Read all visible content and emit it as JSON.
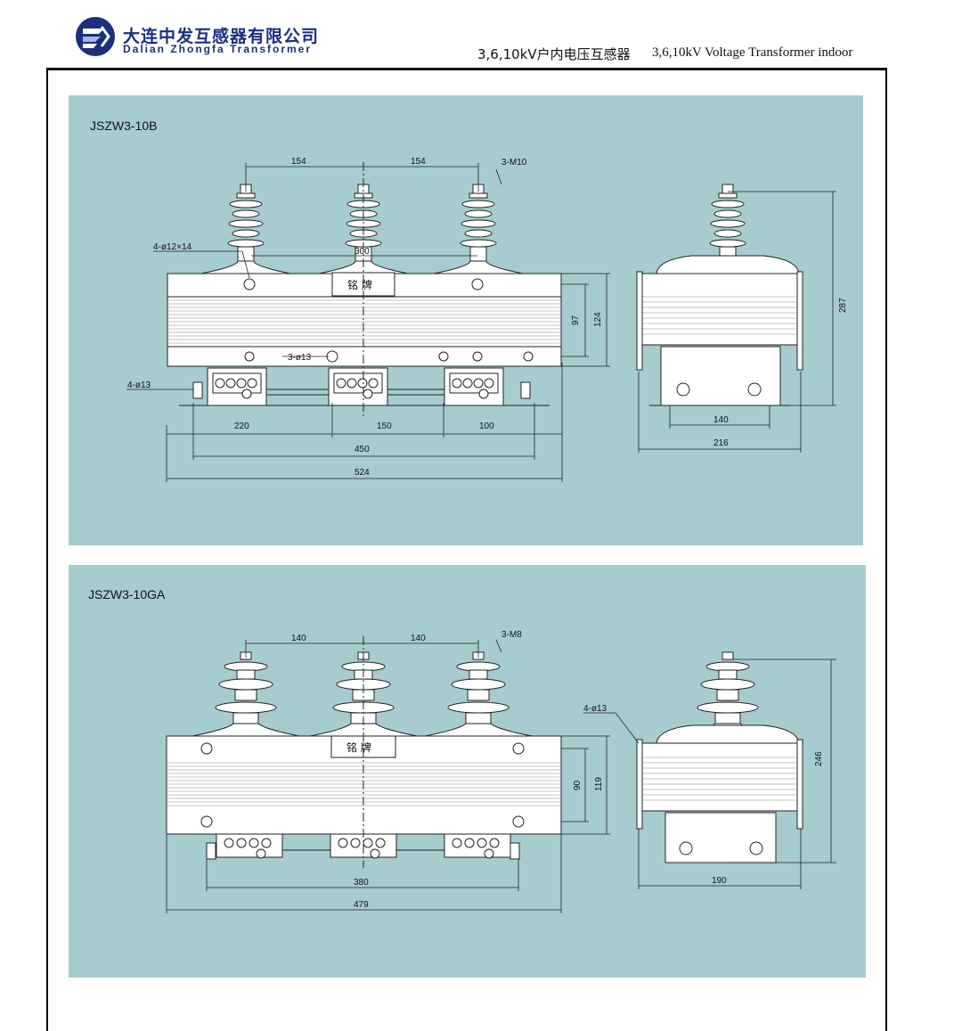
{
  "header": {
    "company_cn": "大连中发互感器有限公司",
    "company_en": "Dalian Zhongfa Transformer",
    "title_cn": "3,6,10kV户内电压互感器",
    "title_en": "3,6,10kV Voltage Transformer indoor",
    "brand_color": "#1a2f7d"
  },
  "panel_b10": {
    "model": "JSZW3-10B",
    "bolt_spacing_1": "154",
    "bolt_spacing_2": "154",
    "bolt_thread": "3-M10",
    "mount_slot": "4-ø12×14",
    "center_distance": "300",
    "nameplate": "铭 牌",
    "hole_3": "3-ø13",
    "hole_4": "4-ø13",
    "h1": "97",
    "h2": "124",
    "d220": "220",
    "d150": "150",
    "d100": "100",
    "d450": "450",
    "d524": "524",
    "side_height": "287",
    "side_w1": "140",
    "side_w2": "216"
  },
  "panel_b10ga": {
    "model": "JSZW3-10GA",
    "bolt_spacing_1": "140",
    "bolt_spacing_2": "140",
    "bolt_thread": "3-M8",
    "nameplate": "铭 牌",
    "hole_4": "4-ø13",
    "h1": "90",
    "h2": "119",
    "d380": "380",
    "d479": "479",
    "side_height": "246",
    "side_w": "190"
  },
  "colors": {
    "panel_bg": "#a6cccf",
    "line": "#222222",
    "insulator": "#ffffff"
  }
}
